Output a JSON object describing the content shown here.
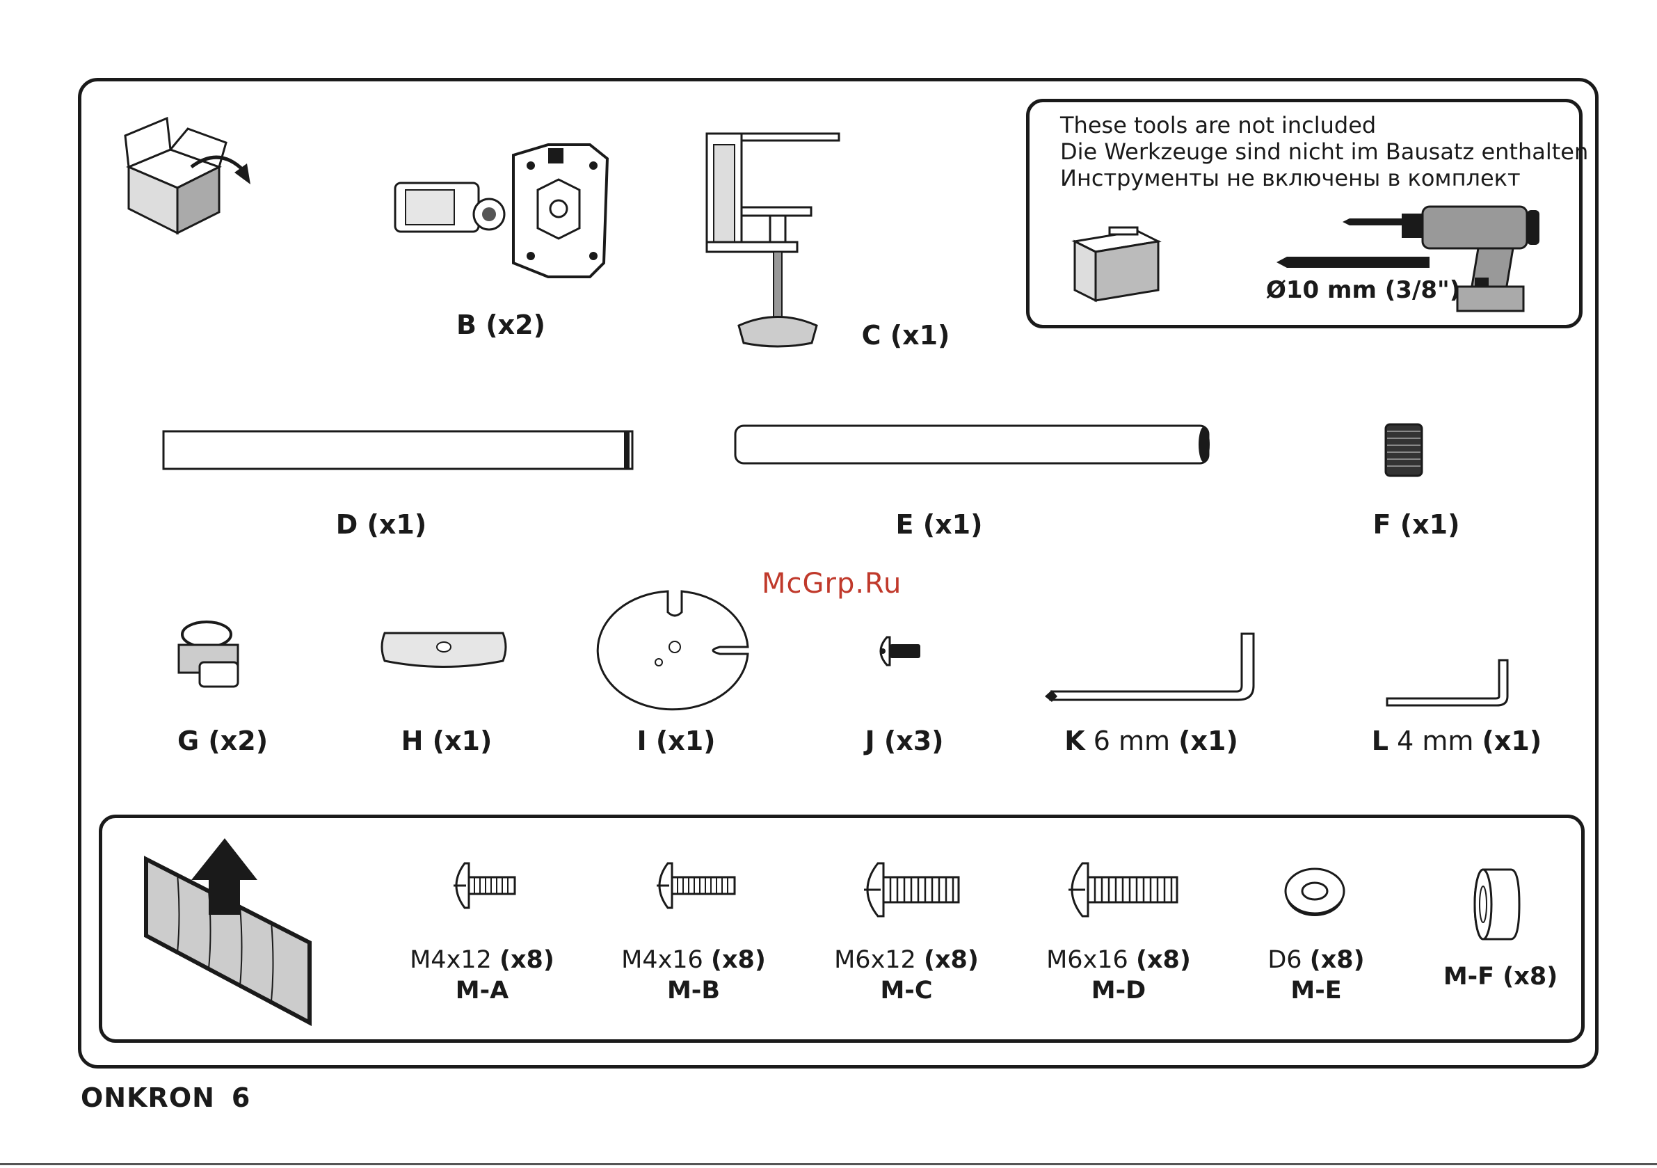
{
  "tools": {
    "line_en": "These tools are not included",
    "line_de": "Die Werkzeuge sind nicht im Bausatz enthalten",
    "line_ru": "Инструменты не включены в комплект",
    "drill_bit": "Ø10 mm (3/8\")"
  },
  "parts": {
    "b": {
      "letter": "B",
      "count": "(x2)"
    },
    "c": {
      "letter": "C",
      "count": "(x1)"
    },
    "d": {
      "letter": "D",
      "count": "(x1)"
    },
    "e": {
      "letter": "E",
      "count": "(x1)"
    },
    "f": {
      "letter": "F",
      "count": "(x1)"
    },
    "g": {
      "letter": "G",
      "count": "(x2)"
    },
    "h": {
      "letter": "H",
      "count": "(x1)"
    },
    "i": {
      "letter": "I",
      "count": "(x1)"
    },
    "j": {
      "letter": "J",
      "count": "(x3)"
    },
    "k": {
      "letter": "K",
      "size": "6 mm",
      "count": "(x1)"
    },
    "l": {
      "letter": "L",
      "size": "4 mm",
      "count": "(x1)"
    }
  },
  "hardware": [
    {
      "spec": "M4x12",
      "count": "(x8)",
      "code": "M-A"
    },
    {
      "spec": "M4x16",
      "count": "(x8)",
      "code": "M-B"
    },
    {
      "spec": "M6x12",
      "count": "(x8)",
      "code": "M-C"
    },
    {
      "spec": "M6x16",
      "count": "(x8)",
      "code": "M-D"
    },
    {
      "spec": "D6",
      "count": "(x8)",
      "code": "M-E"
    },
    {
      "spec": "",
      "count": "(x8)",
      "code": "M-F"
    }
  ],
  "watermark": "McGrp.Ru",
  "footer": {
    "brand": "ONKRON",
    "page": "6"
  }
}
